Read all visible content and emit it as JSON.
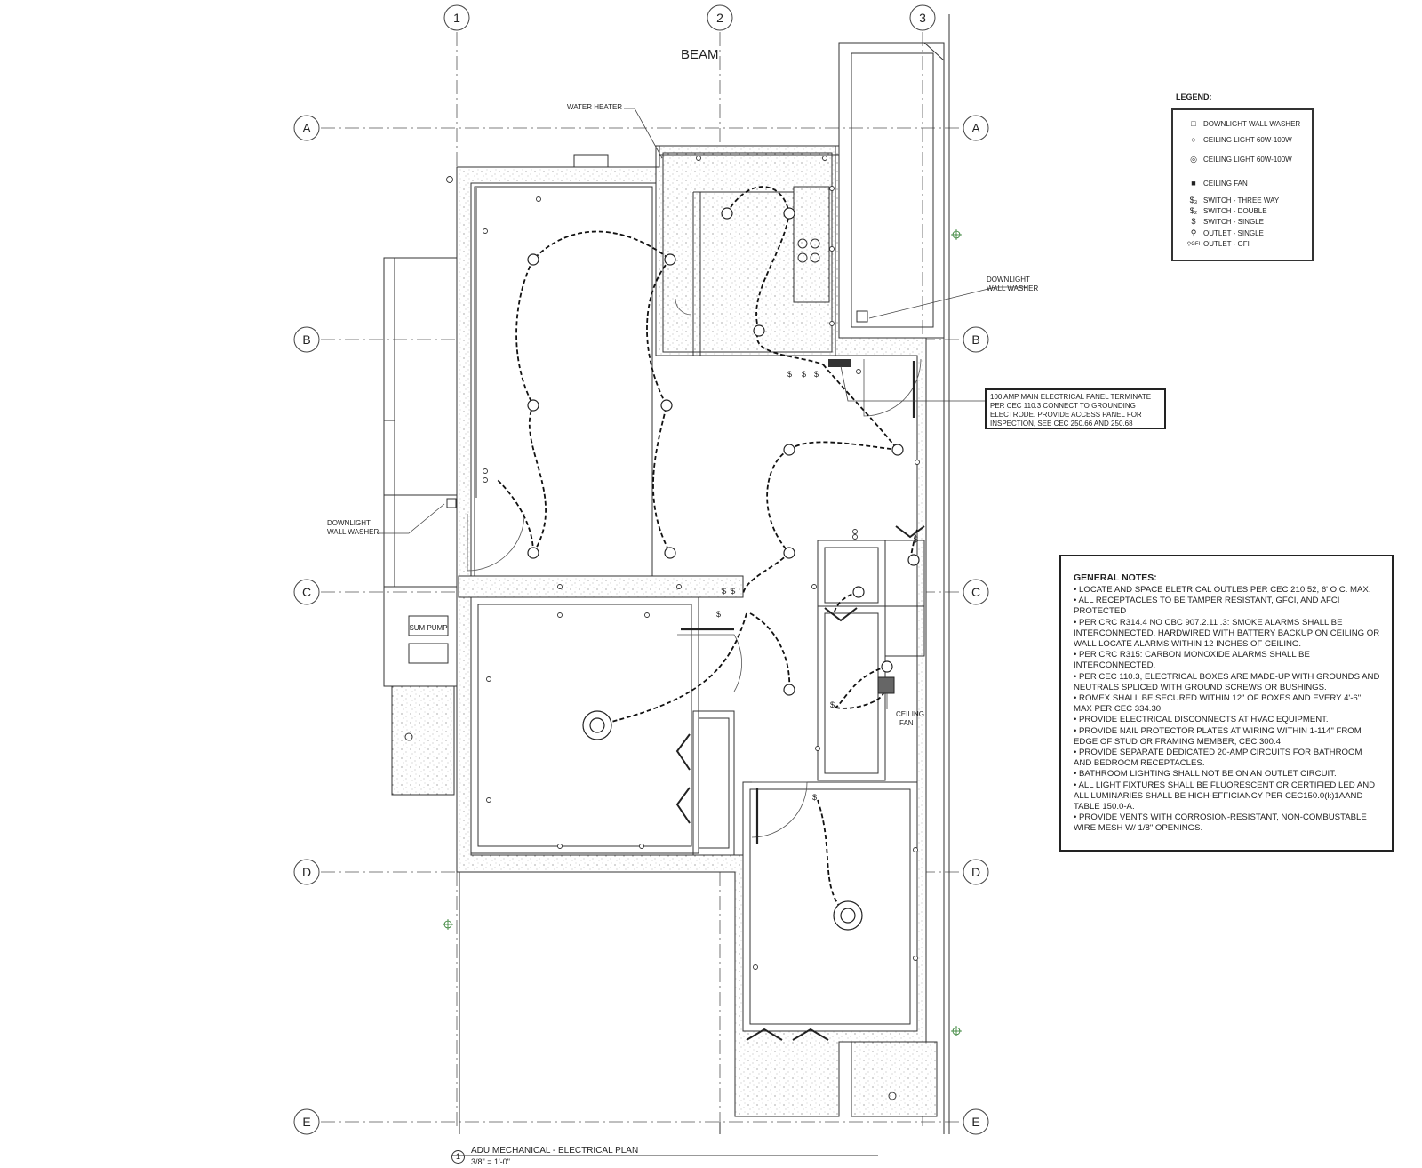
{
  "grid": {
    "columns": [
      "1",
      "2",
      "3"
    ],
    "rows": [
      "A",
      "B",
      "C",
      "D",
      "E"
    ]
  },
  "labels": {
    "beam": "BEAM",
    "water_heater": "WATER HEATER",
    "downlight_left_1": "DOWNLIGHT",
    "downlight_left_2": "WALL WASHER",
    "downlight_right_1": "DOWNLIGHT",
    "downlight_right_2": "WALL WASHER",
    "sum_pump": "SUM PUMP",
    "ceiling_fan_1": "CEILING",
    "ceiling_fan_2": "FAN"
  },
  "legend": {
    "title": "LEGEND:",
    "items": [
      {
        "symbol": "□",
        "label": "DOWNLIGHT WALL WASHER"
      },
      {
        "symbol": "○",
        "label": "CEILING LIGHT 60W-100W"
      },
      {
        "symbol": "◎",
        "label": "CEILING LIGHT 60W-100W"
      },
      {
        "symbol": "■",
        "label": "CEILING FAN"
      },
      {
        "symbol": "$₃",
        "label": "SWITCH - THREE WAY"
      },
      {
        "symbol": "$₂",
        "label": "SWITCH - DOUBLE"
      },
      {
        "symbol": "$",
        "label": "SWITCH - SINGLE"
      },
      {
        "symbol": "⚲",
        "label": "OUTLET - SINGLE"
      },
      {
        "symbol": "⚲GFI",
        "label": "OUTLET - GFI"
      }
    ]
  },
  "panel_note": "100 AMP MAIN ELECTRICAL PANEL TERMINATE PER CEC 110.3 CONNECT TO GROUNDING ELECTRODE. PROVIDE ACCESS PANEL FOR INSPECTION, SEE CEC 250.66 AND 250.68",
  "general_notes": {
    "title": "GENERAL NOTES:",
    "items": [
      "• LOCATE AND SPACE ELETRICAL OUTLES PER CEC 210.52, 6' O.C. MAX.",
      "• ALL RECEPTACLES TO BE TAMPER RESISTANT, GFCI, AND AFCI PROTECTED",
      "• PER CRC R314.4 NO CBC 907.2.11 .3: SMOKE ALARMS SHALL BE INTERCONNECTED, HARDWIRED WITH BATTERY BACKUP ON CEILING OR WALL LOCATE ALARMS WITHIN 12 INCHES OF CEILING.",
      "• PER CRC R315: CARBON MONOXIDE ALARMS SHALL BE INTERCONNECTED.",
      "• PER CEC 110.3, ELECTRICAL BOXES ARE MADE-UP WITH GROUNDS AND NEUTRALS SPLICED WITH GROUND SCREWS OR BUSHINGS.",
      "• ROMEX SHALL BE SECURED WITHIN 12\" OF BOXES AND EVERY 4'-6\" MAX PER CEC 334.30",
      "• PROVIDE ELECTRICAL DISCONNECTS AT HVAC EQUIPMENT.",
      "• PROVIDE NAIL PROTECTOR PLATES AT WIRING WITHIN 1-114\" FROM EDGE OF STUD OR FRAMING MEMBER, CEC 300.4",
      "• PROVIDE SEPARATE DEDICATED 20-AMP CIRCUITS FOR BATHROOM AND BEDROOM RECEPTACLES.",
      "• BATHROOM LIGHTING SHALL NOT BE ON AN OUTLET CIRCUIT.",
      "• ALL LIGHT FIXTURES SHALL BE FLUORESCENT OR CERTIFIED LED AND ALL LUMINARIES SHALL BE HIGH-EFFICIANCY PER CEC150.0(k)1AAND TABLE 150.0-A.",
      "• PROVIDE VENTS WITH CORROSION-RESISTANT, NON-COMBUSTABLE WIRE MESH W/ 1/8\" OPENINGS."
    ]
  },
  "title_block": {
    "number": "1",
    "title": "ADU MECHANICAL - ELECTRICAL PLAN",
    "scale": "3/8\" = 1'-0\""
  }
}
